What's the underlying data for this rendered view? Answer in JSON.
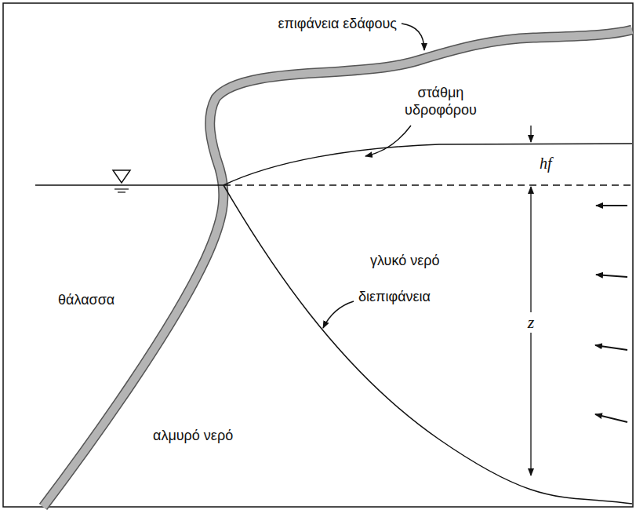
{
  "diagram": {
    "labels": [
      "επιφάνεια εδάφους",
      "στάθμη υδροφόρου",
      "hf",
      "γλυκό νερό",
      "θάλασσα",
      "διεπιφάνεια",
      "z",
      "αλμυρό νερό"
    ]
  }
}
